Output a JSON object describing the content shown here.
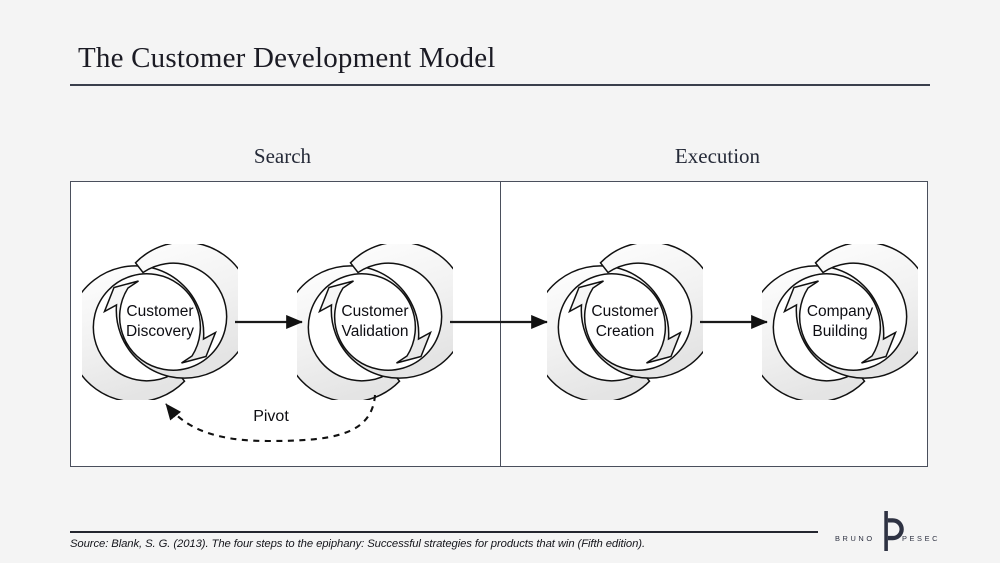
{
  "slide": {
    "title": "The Customer Development Model",
    "background_color": "#f4f4f4",
    "frame_background": "#ffffff",
    "rule_color": "#3a3f4c"
  },
  "phases": [
    {
      "id": "search",
      "label": "Search"
    },
    {
      "id": "execution",
      "label": "Execution"
    }
  ],
  "stages": [
    {
      "id": "customer-discovery",
      "line1": "Customer",
      "line2": "Discovery"
    },
    {
      "id": "customer-validation",
      "line1": "Customer",
      "line2": "Validation"
    },
    {
      "id": "customer-creation",
      "line1": "Customer",
      "line2": "Creation"
    },
    {
      "id": "company-building",
      "line1": "Company",
      "line2": "Building"
    }
  ],
  "connectors": {
    "pivot_label": "Pivot",
    "style_solid": "solid",
    "style_pivot": "dashed"
  },
  "footer": {
    "source": "Source: Blank, S. G. (2013). The four steps to the epiphany: Successful strategies for products that win (Fifth edition)."
  },
  "logo": {
    "word_left": "BRUNO",
    "word_right": "PESEC",
    "mark_color": "#2e3242"
  },
  "chart_data": {
    "type": "diagram",
    "title": "The Customer Development Model",
    "groups": [
      {
        "name": "Search",
        "stages": [
          "Customer Discovery",
          "Customer Validation"
        ]
      },
      {
        "name": "Execution",
        "stages": [
          "Customer Creation",
          "Company Building"
        ]
      }
    ],
    "flow": [
      "Customer Discovery",
      "Customer Validation",
      "Customer Creation",
      "Company Building"
    ],
    "feedback_loops": [
      {
        "label": "Pivot",
        "from": "Customer Validation",
        "to": "Customer Discovery",
        "style": "dashed"
      }
    ],
    "node_shape": "circular-cycle-arrows"
  }
}
